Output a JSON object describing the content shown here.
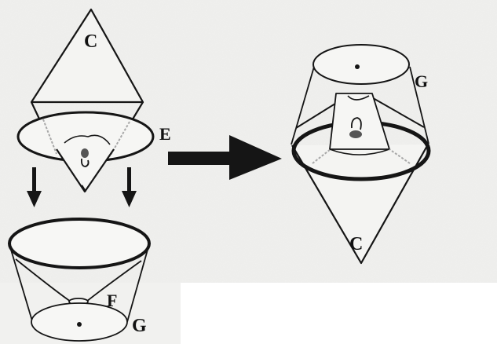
{
  "labels": {
    "top_cone": "C",
    "ring": "E",
    "bottom_shade": "G",
    "bottom_cone_inside": "F",
    "right_shade": "G",
    "right_cone": "C"
  },
  "colors": {
    "paper": "#f1f1ef",
    "ink": "#151515",
    "grey_line": "#a8a8a8",
    "dark_blob": "#555555"
  },
  "arrows": [
    "down-arrow",
    "down-arrow",
    "right-arrow"
  ]
}
